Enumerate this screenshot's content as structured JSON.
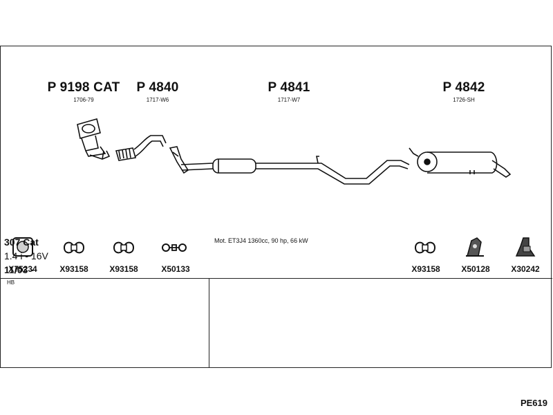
{
  "parts": [
    {
      "code": "P 9198 CAT",
      "sub": "1706-79"
    },
    {
      "code": "P 4840",
      "sub": "1717-W6"
    },
    {
      "code": "P 4841",
      "sub": "1717-W7"
    },
    {
      "code": "P 4842",
      "sub": "1726-SH"
    }
  ],
  "accessories": [
    {
      "code": "X75234",
      "icon": "gasket-icon"
    },
    {
      "code": "X93158",
      "icon": "clamp-icon"
    },
    {
      "code": "X93158",
      "icon": "clamp-icon"
    },
    {
      "code": "X50133",
      "icon": "hanger-icon"
    },
    {
      "code": "X93158",
      "icon": "clamp-icon"
    },
    {
      "code": "X50128",
      "icon": "rubber-mount-icon"
    },
    {
      "code": "X30242",
      "icon": "bracket-icon"
    }
  ],
  "vehicle": {
    "model": "307 Cat",
    "engine": "1.4 i - 16V",
    "date": "11/03 -",
    "body": "HB"
  },
  "engine_note": "Mot. ET3J4 1360cc, 90 hp, 66 kW",
  "reference": "PE619"
}
